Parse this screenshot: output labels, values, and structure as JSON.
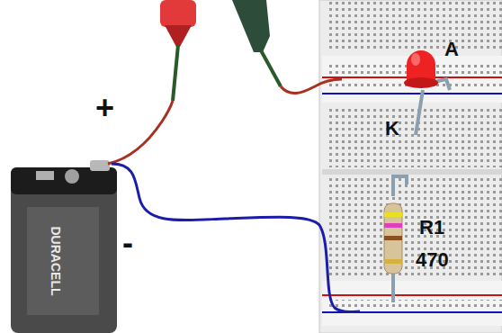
{
  "diagram": {
    "labels": [
      "+",
      "-",
      "A",
      "K",
      "R1",
      "470",
      "DURACELL"
    ]
  }
}
